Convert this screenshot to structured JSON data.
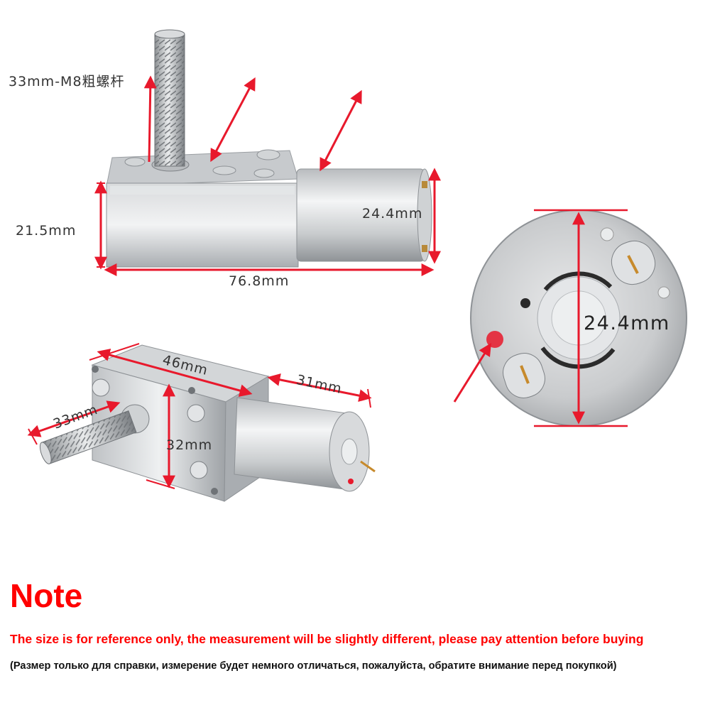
{
  "dimensions": {
    "screw": "33mm-M8粗螺杆",
    "height": "21.5mm",
    "motor_diameter_side": "24.4mm",
    "total_length": "76.8mm",
    "gearbox_length": "46mm",
    "motor_length": "31mm",
    "shaft_length": "33mm",
    "gearbox_width": "32mm",
    "motor_diameter_end": "24.4mm"
  },
  "note": {
    "title": "Note",
    "english": "The size is for reference only, the measurement will be slightly different, please pay attention before buying",
    "russian": "(Размер только для справки, измерение будет немного отличаться, пожалуйста, обратите внимание перед покупкой)"
  },
  "colors": {
    "accent": "#e8192c",
    "note": "#ff0000"
  }
}
